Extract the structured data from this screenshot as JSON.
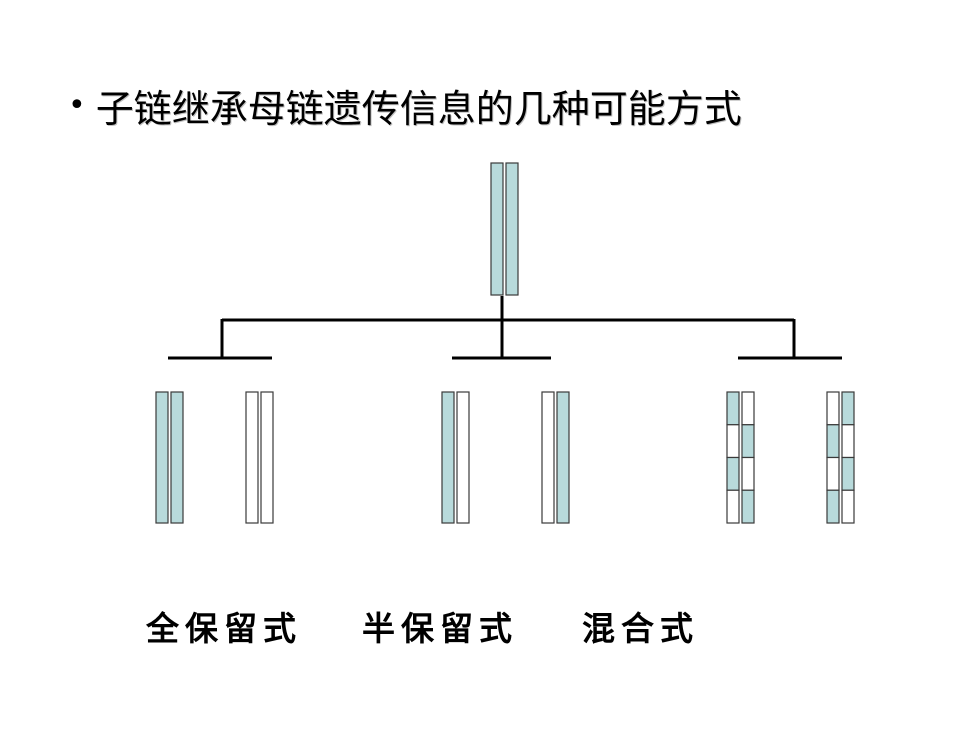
{
  "slide": {
    "bullet": "•",
    "title": "子链继承母链遗传信息的几种可能方式"
  },
  "colors": {
    "parental_strand": "#b8dadb",
    "new_strand": "#ffffff",
    "outline": "#3a3a3a",
    "connector": "#000000"
  },
  "parent": {
    "strands": [
      [
        "old"
      ],
      [
        "old"
      ]
    ]
  },
  "models": [
    {
      "label": "全保留式",
      "molecules": [
        {
          "strands": [
            [
              "old"
            ],
            [
              "old"
            ]
          ]
        },
        {
          "strands": [
            [
              "new"
            ],
            [
              "new"
            ]
          ]
        }
      ]
    },
    {
      "label": "半保留式",
      "molecules": [
        {
          "strands": [
            [
              "old"
            ],
            [
              "new"
            ]
          ]
        },
        {
          "strands": [
            [
              "new"
            ],
            [
              "old"
            ]
          ]
        }
      ]
    },
    {
      "label": "混合式",
      "molecules": [
        {
          "strands": [
            [
              "old",
              "new",
              "old",
              "new"
            ],
            [
              "new",
              "old",
              "new",
              "old"
            ]
          ]
        },
        {
          "strands": [
            [
              "new",
              "old",
              "new",
              "old"
            ],
            [
              "old",
              "new",
              "old",
              "new"
            ]
          ]
        }
      ]
    }
  ]
}
